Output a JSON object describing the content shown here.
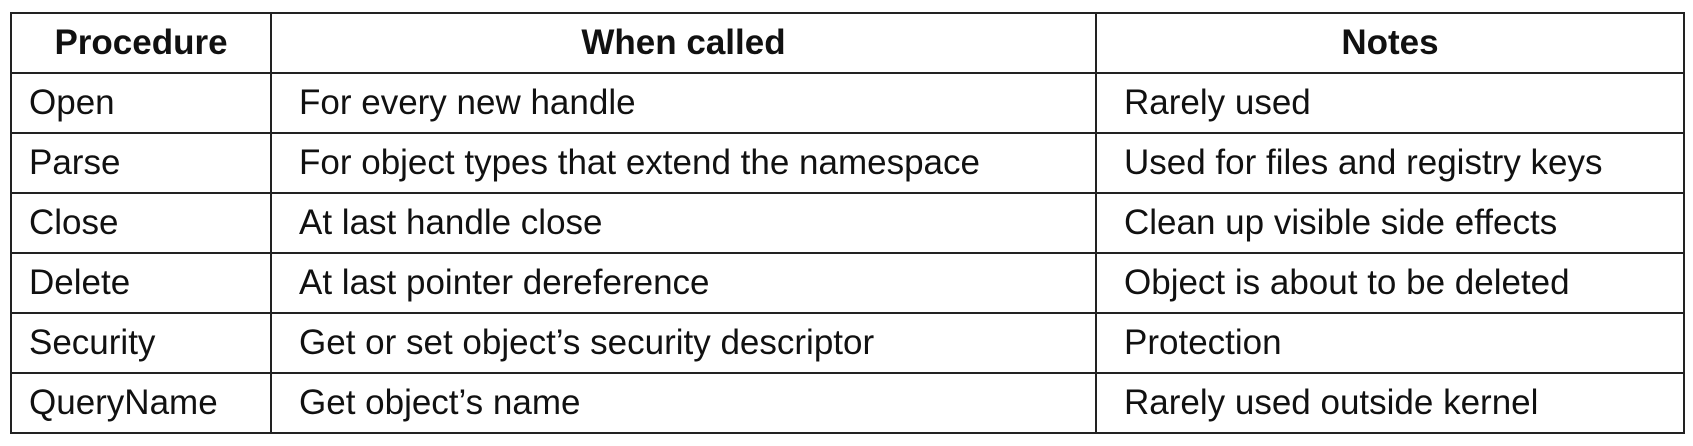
{
  "table": {
    "headers": [
      "Procedure",
      "When called",
      "Notes"
    ],
    "rows": [
      [
        "Open",
        "For every new handle",
        "Rarely used"
      ],
      [
        "Parse",
        "For object types that extend the namespace",
        "Used for files and registry keys"
      ],
      [
        "Close",
        "At last handle close",
        "Clean up visible side effects"
      ],
      [
        "Delete",
        "At last pointer dereference",
        "Object is about to be deleted"
      ],
      [
        "Security",
        "Get or set object’s security descriptor",
        "Protection"
      ],
      [
        "QueryName",
        "Get object’s name",
        "Rarely used outside kernel"
      ]
    ]
  }
}
